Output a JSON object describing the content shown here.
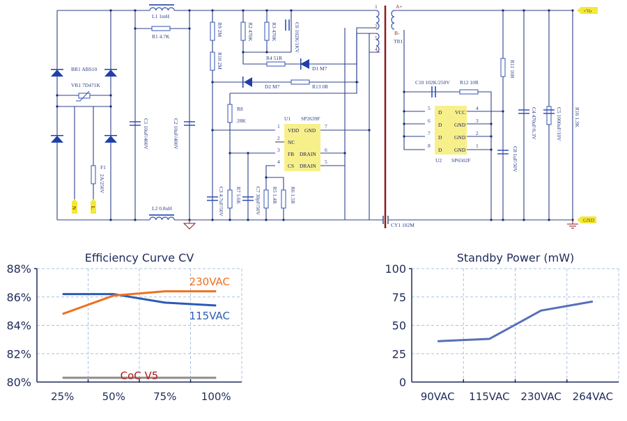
{
  "schematic": {
    "components": {
      "BR1": "BR1  ABS10",
      "VR1": "VR1  7D471K",
      "L1": "L1   1mH",
      "R1": "R1  4.7K",
      "L2": "L2   0.8uH",
      "F1": "F1",
      "F1_val": "2A/250V",
      "C1": "C1  10uF/400V",
      "C2": "C2  10uF/400V",
      "R9": "R9  2M",
      "R10": "R10  2M",
      "R2": "R2  470K",
      "R3": "R3  470K",
      "C6": "C6  102K/1KV",
      "R4": "R4   51R",
      "D1": "D1  M7",
      "D2": "D2   M7",
      "R13": "R13   0R",
      "R8": "R8",
      "R8_val": "28K",
      "C3": "C3  4.7uF/50V",
      "R7": "R7   5.6K",
      "C7": "C7  30pF/50V",
      "R5": "R5   1.4R",
      "R6": "R6   1.5R",
      "TR1": "TR1",
      "CY1": "CY1  102M",
      "C10": "C10  102K/250V",
      "R12": "R12   10R",
      "R11": "R11  10R",
      "C8": "C8  1uF/50V",
      "C4": "C4  470uF/6.3V",
      "C5": "C5  1000uF/10V",
      "R16": "R16  1.3K"
    },
    "transformer_pins": {
      "p1": "1",
      "p2": "2",
      "p5": "5",
      "p4": "4",
      "a": "A+",
      "b": "B-"
    },
    "U1": {
      "ref": "U1",
      "part": "SP2639F",
      "left_pins": [
        {
          "num": "1",
          "name": "VDD"
        },
        {
          "num": "2",
          "name": "NC"
        },
        {
          "num": "3",
          "name": "FB"
        },
        {
          "num": "4",
          "name": "CS"
        }
      ],
      "right_pins": [
        {
          "num": "7",
          "name": "GND"
        },
        {
          "num": "6",
          "name": "DRAIN"
        },
        {
          "num": "5",
          "name": "DRAIN"
        }
      ]
    },
    "U2": {
      "ref": "U2",
      "part": "SP6502F",
      "left_pins": [
        {
          "num": "5",
          "name": "D"
        },
        {
          "num": "6",
          "name": "D"
        },
        {
          "num": "7",
          "name": "D"
        },
        {
          "num": "8",
          "name": "D"
        }
      ],
      "right_pins": [
        {
          "num": "4",
          "name": "VCC"
        },
        {
          "num": "3",
          "name": "GND"
        },
        {
          "num": "2",
          "name": "GND"
        },
        {
          "num": "1",
          "name": "GND"
        }
      ]
    },
    "terminals": {
      "N": "N",
      "L": "L",
      "vo": "+Vo",
      "gnd": "GND"
    },
    "colors": {
      "wire": "#2d3f8a",
      "chip_fill": "#f7f08a",
      "transformer_core": "#8b1a1a",
      "tag_fill": "#f2ea3a"
    }
  },
  "chart_data": [
    {
      "type": "line",
      "title": "Efficiency Curve CV",
      "categories": [
        "25%",
        "50%",
        "75%",
        "100%"
      ],
      "xlabel": "",
      "ylabel": "",
      "ylim": [
        80,
        88
      ],
      "yticks": [
        "80%",
        "82%",
        "84%",
        "86%",
        "88%"
      ],
      "grid": true,
      "series": [
        {
          "name": "115VAC",
          "color": "#2a5bb5",
          "values": [
            86.2,
            86.2,
            85.6,
            85.4
          ]
        },
        {
          "name": "230VAC",
          "color": "#f07020",
          "values": [
            84.8,
            86.1,
            86.4,
            86.4
          ]
        },
        {
          "name": "CoC V5",
          "color": "#8c8c8c",
          "label_color": "#b01818",
          "values": [
            80.3,
            80.3,
            80.3,
            80.3
          ]
        }
      ]
    },
    {
      "type": "line",
      "title": "Standby Power (mW)",
      "categories": [
        "90VAC",
        "115VAC",
        "230VAC",
        "264VAC"
      ],
      "xlabel": "",
      "ylabel": "",
      "ylim": [
        0,
        100
      ],
      "yticks": [
        "0",
        "25",
        "50",
        "75",
        "100"
      ],
      "grid": true,
      "series": [
        {
          "name": "Standby Power",
          "color": "#5570b8",
          "values": [
            36,
            38,
            63,
            71
          ]
        }
      ]
    }
  ]
}
